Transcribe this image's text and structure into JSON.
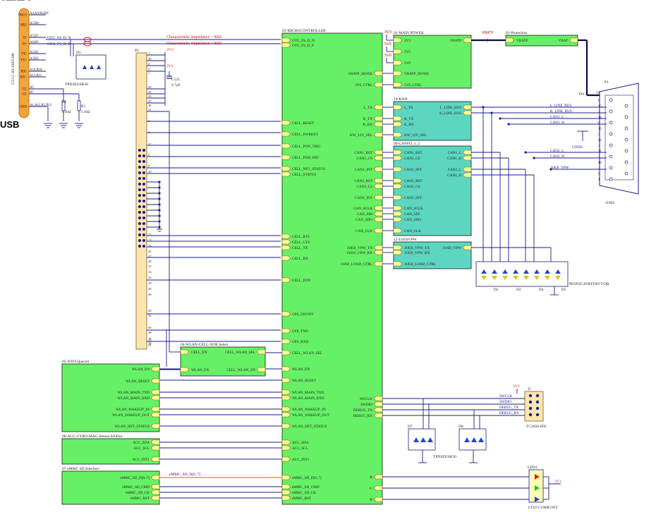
{
  "colors": {
    "wire": "#1a1a8a",
    "block_fill": "#66f066",
    "block_fill_teal": "#5cd6c0",
    "port_fill": "#ffff99",
    "connector": "#ffe6b0",
    "usb_body": "#f2a33a",
    "ic_fill": "#ffffb5",
    "led_red": "#e02020",
    "led_green": "#20c020",
    "led_blue": "#2040e0",
    "diode": "#2244cc"
  },
  "usb": {
    "title": "USB",
    "part": "U31-C-8S-SMT-DR",
    "pins": [
      {
        "num": "A4,A9,B4,B9",
        "name": "VBUS"
      },
      {
        "num": "A5,B8",
        "name": "SBU"
      },
      {
        "num": "A7,B7",
        "name": "D-"
      },
      {
        "num": "A6,B6",
        "name": "D+"
      },
      {
        "num": "A2,B2",
        "name": "TX-"
      },
      {
        "num": "A3,B3",
        "name": "TX+"
      },
      {
        "num": "A10,B10",
        "name": "RX-"
      },
      {
        "num": "A11,B11",
        "name": "RX+"
      },
      {
        "num": "A5",
        "name": "CC"
      },
      {
        "num": "B5",
        "name": "CC"
      },
      {
        "num": "A1,A12,B1,B12",
        "name": "GND"
      }
    ],
    "net_dn": "OTG_FS_D_N",
    "net_dp": "OTG_FS_D_P",
    "impedance_1": "Characteristic Impedance ~ 90Ω",
    "impedance_2": "Characteristic Impedance ~ 90Ω",
    "r1": {
      "ref": "R1",
      "val": "5.1kΩ"
    },
    "r2": {
      "ref": "R2",
      "val": "5.1kΩ"
    },
    "d1": {
      "ref": "D1",
      "part": "TPD2EUSB30"
    }
  },
  "p2": {
    "ref": "P2",
    "pins_top": [
      "1",
      "40",
      "3",
      "5",
      "7",
      "30",
      "33",
      "35",
      "37",
      "39"
    ],
    "pins": [
      "51",
      "2",
      "4",
      "17",
      "6",
      "8",
      "10"
    ],
    "pins_mid": [
      "22",
      "23",
      "24",
      "25",
      "27",
      "29",
      "31",
      "14",
      "16",
      "18",
      "20"
    ],
    "pins_bot": [
      "26",
      "28",
      "32",
      "36",
      "38",
      "11",
      "13",
      "15",
      "19",
      "21"
    ]
  },
  "pwr": {
    "v3v3": "3V3",
    "c125": "C125",
    "c125_val": "4.7µF"
  },
  "mcu": {
    "title": "03-MICROCONTROLLER",
    "left": [
      "OTG_FS_D_N",
      "OTG_FS_D_P",
      "CELL_RESET",
      "CELL_PWRKEY",
      "CELL_PON_TRIG",
      "CELL_PSM_IND",
      "CELL_NET_STATUS",
      "CELL_STATUS",
      "CELL_RTS",
      "CELL_CTS",
      "CELL_TX",
      "CELL_RX",
      "CELL_DTR",
      "GPS_ON/OFF",
      "GPS_TXD",
      "GPS_RXD",
      "CELL_WLAN_SEL",
      "WLAN_EN",
      "WLAN_RESET",
      "WLAN_MAIN_TXD",
      "WLAN_MAIN_RXD",
      "WLAN_WAKEUP_IN",
      "WLAN_WAKEUP_OUT",
      "WLAN_NET_STATUS",
      "ACC_SDA",
      "ACC_SCL",
      "ACC_INT1",
      "eMMC_SD_D[0..7]",
      "eMMC_SD_CMD",
      "eMMC_SD_CK",
      "eMMC_RST"
    ],
    "right": [
      "VBATP_SENSE",
      "5V0_CTRL",
      "L_TX",
      "K_TX",
      "K_RX",
      "KW_12V_SEL",
      "CAN1_RST",
      "CAN1_CS",
      "CAN1_INT",
      "CAN2_RST",
      "CAN2_CS",
      "CAN2_INT",
      "CAN_SCLK",
      "CAN_SDI",
      "CAN_SDO",
      "CAN_CLK",
      "J1850_VPW_TX",
      "J1850_VPW_RX",
      "J1850_LOAD_CTRL",
      "SWCLK",
      "SWDIO",
      "DEBUG_TX",
      "DEBUG_RX",
      "R",
      "G",
      "B"
    ]
  },
  "power": {
    "title": "02-MAIN POWER",
    "pins": [
      "3V3",
      "5V5",
      "5V0",
      "VBATP_SENSE",
      "5V0_CTRL"
    ],
    "out": "VBATP",
    "net": "VBATP",
    "supplies": [
      "3V3",
      "5V5",
      "5V0"
    ]
  },
  "protection": {
    "title": "01-Protection",
    "in": "VBATP",
    "out": "VBAT",
    "tp": "TP1"
  },
  "kwp": {
    "title": "10-KWP",
    "pins": [
      "L_TX",
      "K_TX",
      "K_RX",
      "KW_12V_SEL"
    ],
    "out": [
      "L_LINE_BUS",
      "K_LINE_BUS"
    ]
  },
  "canfd": {
    "title": "09-CANFD_1_2",
    "pins": [
      "CAN1_RST",
      "CAN1_CS",
      "CAN1_INT",
      "CAN2_RST",
      "CAN2_CS",
      "CAN2_INT",
      "CAN_SCLK",
      "CAN_SDI",
      "CAN_SDO",
      "CAN_CLK"
    ],
    "out": [
      "CAN1_L",
      "CAN1_H",
      "CAN2_L",
      "CAN2_H"
    ]
  },
  "j1850": {
    "title": "12-J1850VPW",
    "pins": [
      "J1850_VPW_TX",
      "J1850_VPW_RX",
      "J1850_LOAD_CTRL"
    ],
    "out": "J1850_VPW"
  },
  "obd": {
    "ref": "P1",
    "part": "J1962",
    "nets": [
      "L_LINE_BUS",
      "K_LINE_BUS",
      "CAN1_L",
      "CAN1_H",
      "COND",
      "CAN2_L",
      "CAN2_H",
      "J1850_VPW"
    ],
    "pin_top": "16",
    "pins_right": [
      "8",
      "15",
      "7",
      "14",
      "6",
      "13",
      "5",
      "12",
      "4",
      "11",
      "3",
      "10",
      "2",
      "9",
      "1"
    ],
    "vbat": "VBAT"
  },
  "tvs": {
    "refs": [
      "D2",
      "D3",
      "D4",
      "D5"
    ],
    "part": "PESD2CANFD36VT-QR"
  },
  "sel": {
    "title": "04-WLAN-CELL-XOR Select",
    "pins": [
      "CELL_EN",
      "CELL_WLAN_SEL",
      "WLAN_EN",
      "CELL_WLAN_EN"
    ]
  },
  "wifi": {
    "title": "05-WIFI-Quectel",
    "pins": [
      "WLAN_EN",
      "WLAN_RESET",
      "WLAN_MAIN_TXD",
      "WLAN_MAIN_RXD",
      "WLAN_WAKEUP_IN",
      "WLAN_WAKEUP_OUT",
      "WLAN_NET_STATUS"
    ]
  },
  "acc": {
    "title": "06-ACC-GYRO-MAG-Sensor.SchDoc",
    "pins": [
      "ACC_SDA",
      "ACC_SCL",
      "ACC_INT1"
    ]
  },
  "emmc": {
    "title": "07-eMMC SD Interface",
    "pins": [
      "eMMC_SD_D[0..7]",
      "eMMC_SD_CMD",
      "eMMC_SD_CK",
      "eMMC_RST"
    ],
    "bus": "eMMC_SD_D[0..7]"
  },
  "debug": {
    "ref": "J5",
    "part": "TC2050-IDC",
    "supply": "3V3",
    "nets": [
      "SWCLK",
      "SWDIO",
      "DEBUG_TX",
      "DEBUG_RX"
    ]
  },
  "esd2": {
    "refs": [
      "D7",
      "D8"
    ],
    "part": "TPD2EUSB30"
  },
  "led": {
    "ref": "LED1",
    "part": "LTST-C19HE1WT",
    "supply": "3V3"
  }
}
